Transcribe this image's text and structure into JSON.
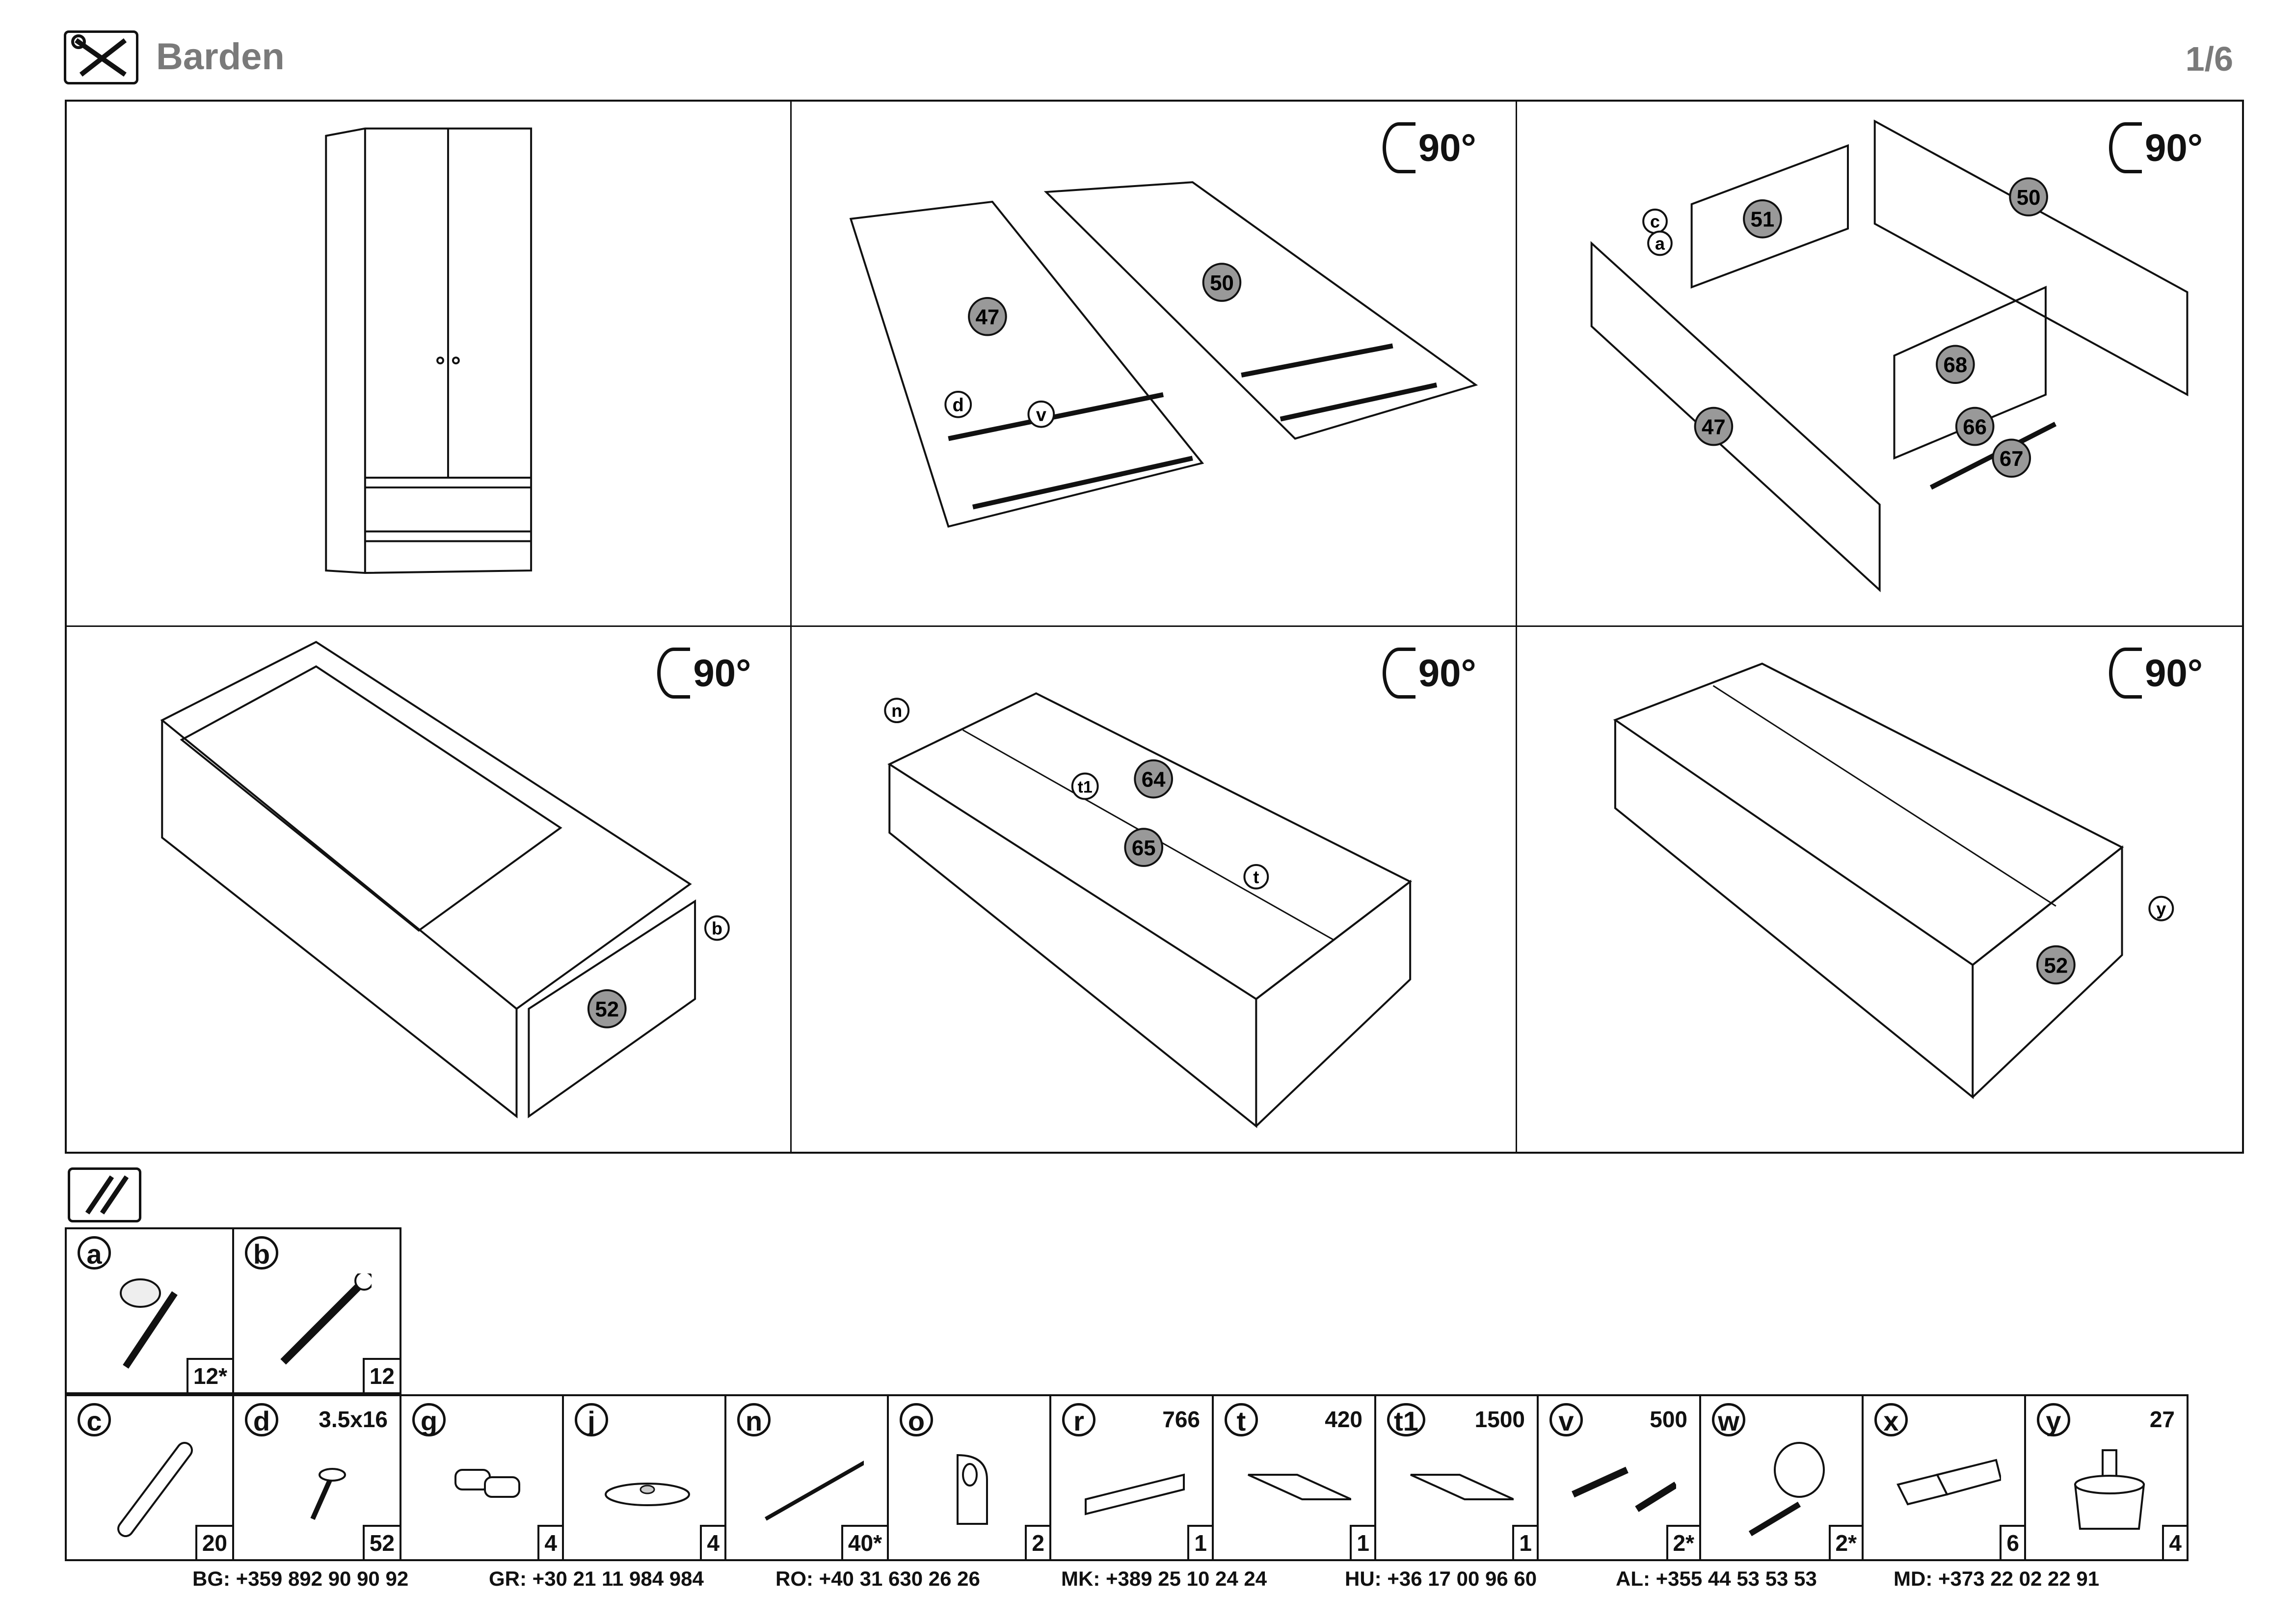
{
  "header": {
    "title": "Barden",
    "page": "1/6"
  },
  "steps": [
    {
      "rotate": ""
    },
    {
      "rotate": "90°",
      "labels": [
        "47",
        "50",
        "d",
        "v"
      ]
    },
    {
      "rotate": "90°",
      "labels": [
        "51",
        "50",
        "47",
        "68",
        "66",
        "67",
        "c",
        "a"
      ]
    },
    {
      "rotate": "90°",
      "labels": [
        "52",
        "b"
      ]
    },
    {
      "rotate": "90°",
      "labels": [
        "64",
        "65",
        "n",
        "t1",
        "t"
      ]
    },
    {
      "rotate": "90°",
      "labels": [
        "52",
        "y"
      ]
    }
  ],
  "hardware": {
    "row1": [
      {
        "letter": "a",
        "size": "",
        "qty": "12*"
      },
      {
        "letter": "b",
        "size": "",
        "qty": "12"
      }
    ],
    "row2": [
      {
        "letter": "c",
        "size": "",
        "qty": "20"
      },
      {
        "letter": "d",
        "size": "3.5x16",
        "qty": "52"
      },
      {
        "letter": "g",
        "size": "",
        "qty": "4"
      },
      {
        "letter": "j",
        "size": "",
        "qty": "4"
      },
      {
        "letter": "n",
        "size": "",
        "qty": "40*"
      },
      {
        "letter": "o",
        "size": "",
        "qty": "2"
      },
      {
        "letter": "r",
        "size": "766",
        "qty": "1"
      },
      {
        "letter": "t",
        "size": "420",
        "qty": "1"
      },
      {
        "letter": "t1",
        "size": "1500",
        "qty": "1"
      },
      {
        "letter": "v",
        "size": "500",
        "qty": "2*"
      },
      {
        "letter": "w",
        "size": "",
        "qty": "2*"
      },
      {
        "letter": "x",
        "size": "",
        "qty": "6"
      },
      {
        "letter": "y",
        "size": "27",
        "qty": "4"
      }
    ]
  },
  "contacts": [
    {
      "code": "BG:",
      "phone": "+359 892 90 90 92"
    },
    {
      "code": "GR:",
      "phone": "+30 21 11 984 984"
    },
    {
      "code": "RO:",
      "phone": "+40 31 630 26 26"
    },
    {
      "code": "MK:",
      "phone": "+389 25 10 24 24"
    },
    {
      "code": "HU:",
      "phone": "+36 17 00 96 60"
    },
    {
      "code": "AL:",
      "phone": "+355 44 53 53 53"
    },
    {
      "code": "MD:",
      "phone": "+373 22 02 22 91"
    }
  ]
}
